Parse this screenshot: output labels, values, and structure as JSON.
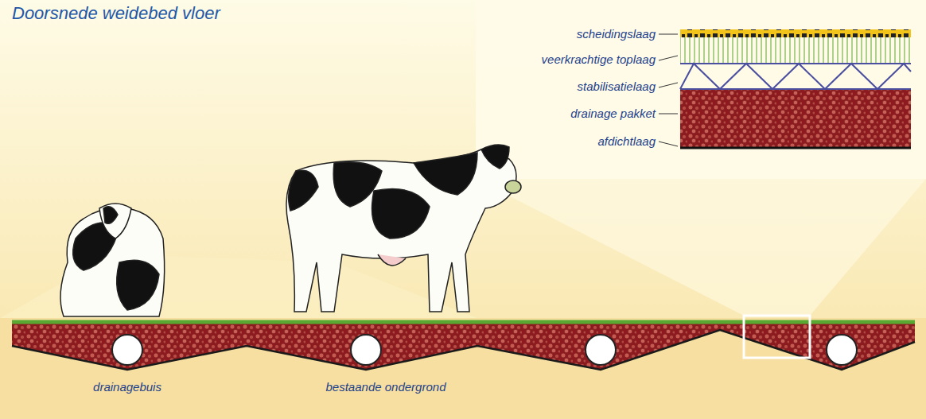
{
  "diagram": {
    "title": "Doorsnede weidebed vloer",
    "labels": [
      "scheidingslaag",
      "veerkrachtige toplaag",
      "stabilisatielaag",
      "drainage pakket",
      "afdichtlaag",
      "drainagebuis",
      "bestaande ondergrond"
    ]
  }
}
